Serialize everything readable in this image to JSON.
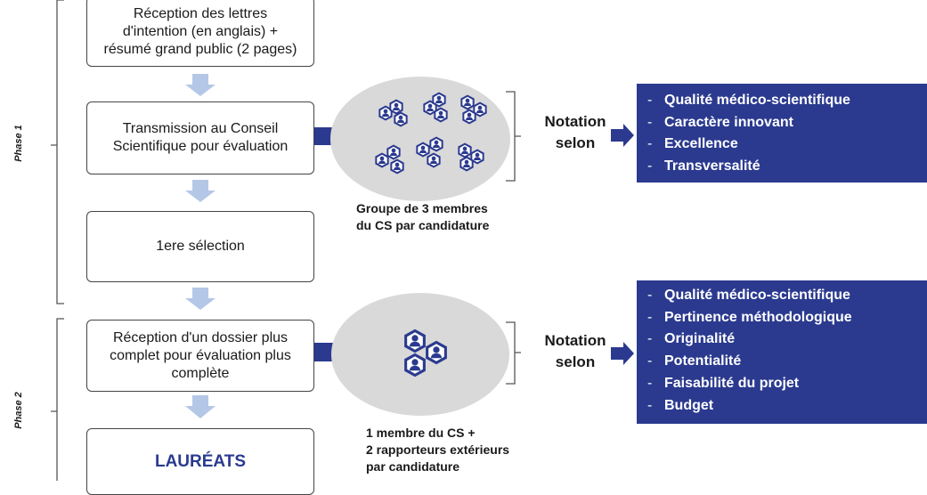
{
  "phases": {
    "phase1": "Phase 1",
    "phase2": "Phase 2"
  },
  "steps": [
    "Réception des lettres\nd'intention (en anglais) +\nrésumé grand public (2 pages)",
    "Transmission au Conseil\nScientifique pour évaluation",
    "1ere sélection",
    "Réception d'un dossier plus\ncomplet pour évaluation plus\ncomplète",
    "LAURÉATS"
  ],
  "group1_caption": "Groupe de 3 membres\ndu CS par candidature",
  "group2_caption": "1 membre du CS +\n2 rapporteurs extérieurs\npar candidature",
  "notation_label": "Notation\nselon",
  "criteria1": [
    "Qualité médico-scientifique",
    "Caractère innovant",
    "Excellence",
    "Transversalité"
  ],
  "criteria2": [
    "Qualité médico-scientifique",
    "Pertinence méthodologique",
    "Originalité",
    "Potentialité",
    "Faisabilité du projet",
    "Budget"
  ],
  "colors": {
    "navy": "#2b3a8f",
    "light_arrow": "#b4c7e7",
    "ellipse": "#d9d9d9"
  },
  "icons": {
    "member": "person-hexagon-icon"
  }
}
